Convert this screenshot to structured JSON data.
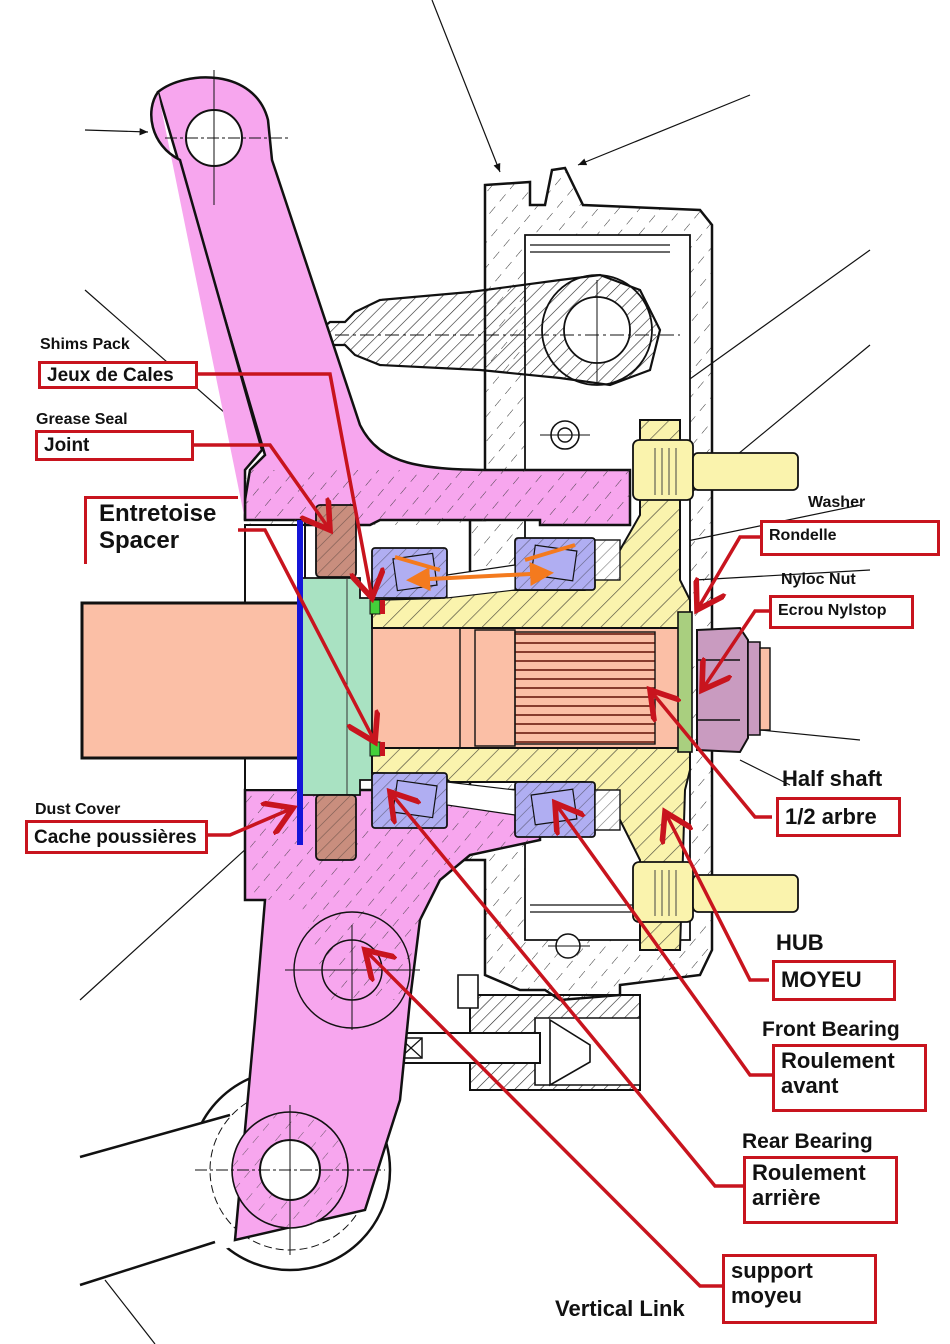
{
  "diagram": {
    "title": "Hub and bearing assembly cross-section (vertical link, half shaft, hub)",
    "colors": {
      "vertical_link": "#f7a6ee",
      "half_shaft": "#fbbfa6",
      "spacer": "#a9e2c2",
      "bearings": "#b0aef2",
      "hub": "#faf3ad",
      "grease_seal": "#c98e7e",
      "washer": "#a9cf7f",
      "nylstop_nut": "#c99bc0",
      "dust_cover": "#1515d8",
      "shims": "#44d03a",
      "callout": "#c8141e",
      "play_arrow": "#f47a1e",
      "outline": "#111111"
    }
  },
  "labels": {
    "shims": {
      "en": "Shims Pack",
      "fr": "Jeux de Cales"
    },
    "grease_seal": {
      "en": "Grease Seal",
      "fr": "Joint"
    },
    "spacer": {
      "fr_line1": "Entretoise",
      "fr_line2": "Spacer"
    },
    "dust_cover": {
      "en": "Dust Cover",
      "fr": "Cache poussières"
    },
    "washer": {
      "en": "Washer",
      "fr": "Rondelle"
    },
    "nyloc_nut": {
      "en": "Nyloc Nut",
      "fr": "Ecrou Nylstop"
    },
    "half_shaft": {
      "en": "Half shaft",
      "fr": "1/2 arbre"
    },
    "hub": {
      "en": "HUB",
      "fr": "MOYEU"
    },
    "front_bearing": {
      "en": "Front Bearing",
      "fr_line1": "Roulement",
      "fr_line2": "avant"
    },
    "rear_bearing": {
      "en": "Rear Bearing",
      "fr_line1": "Roulement",
      "fr_line2": "arrière"
    },
    "vertical_link": {
      "en": "Vertical Link",
      "fr_line1": "support",
      "fr_line2": "moyeu"
    }
  }
}
